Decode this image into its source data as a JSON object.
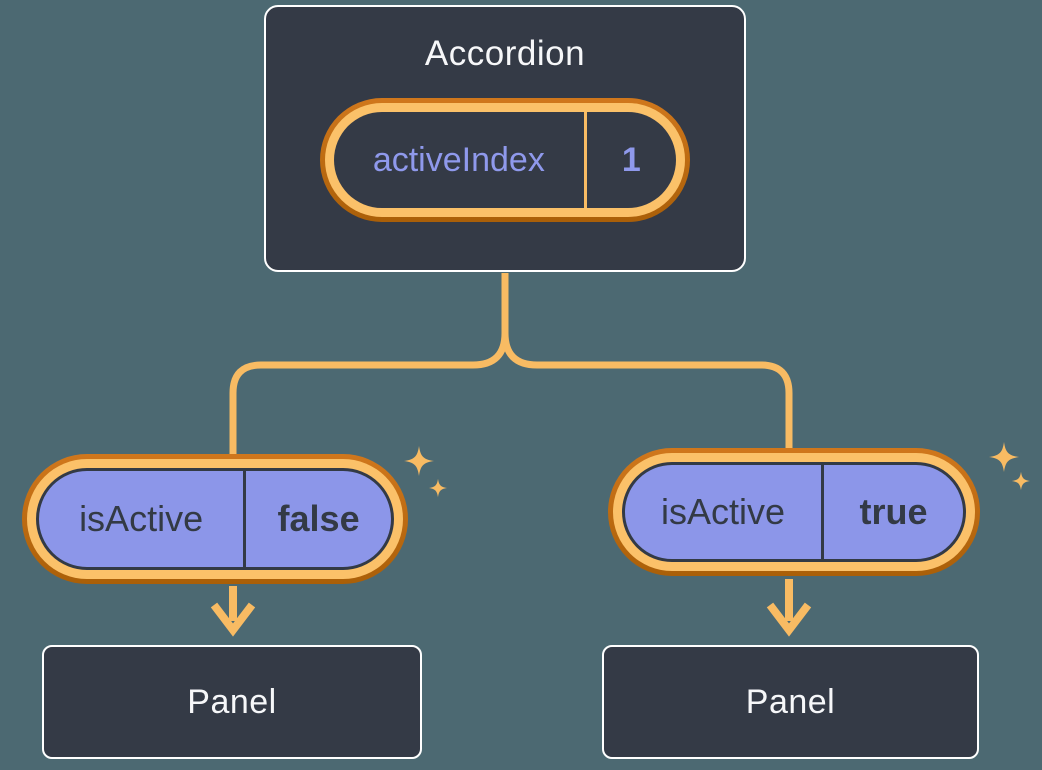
{
  "tree": {
    "root": {
      "title": "Accordion",
      "state": {
        "name": "activeIndex",
        "value": "1"
      }
    },
    "children": [
      {
        "prop": {
          "name": "isActive",
          "value": "false"
        },
        "panel": {
          "title": "Panel"
        }
      },
      {
        "prop": {
          "name": "isActive",
          "value": "true"
        },
        "panel": {
          "title": "Panel"
        }
      }
    ]
  },
  "icons": {
    "sparkle": "✦"
  },
  "colors": {
    "background": "#4C6972",
    "node_fill": "#343A46",
    "node_border": "#FFFFFF",
    "connector_orange": "#F8BB63",
    "pill_band_orange": "#FBC169",
    "pill_ring_dark_orange": "#C06B12",
    "prop_fill_purple": "#8C96E9",
    "state_text_purple": "#8F99EC",
    "dark_text": "#333A45",
    "light_text": "#F6F7F9"
  }
}
